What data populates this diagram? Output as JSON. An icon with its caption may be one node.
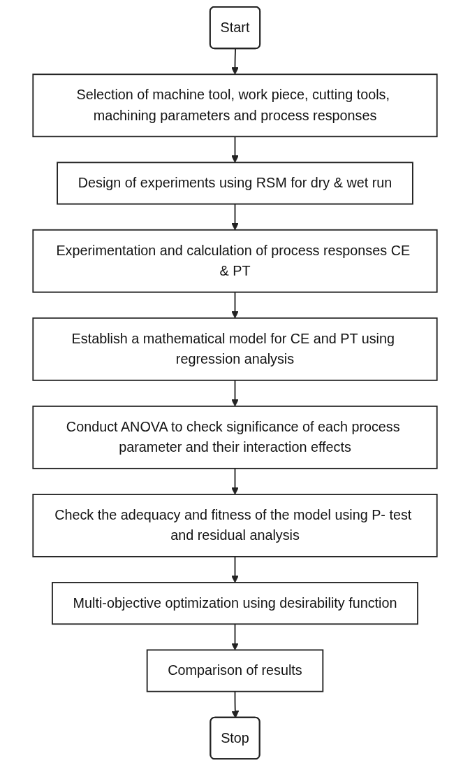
{
  "diagram": {
    "nodes": [
      {
        "text": [
          "Start"
        ]
      },
      {
        "text": [
          "Selection of machine tool, work piece, cutting tools, machining parameters and process responses"
        ]
      },
      {
        "text": [
          "Design of experiments using RSM for dry & wet run"
        ]
      },
      {
        "text": [
          "Experimentation and calculation of process responses CE & PT"
        ]
      },
      {
        "text": [
          "Establish a mathematical model for CE and PT using regression analysis"
        ]
      },
      {
        "text": [
          "Conduct ANOVA to check significance of each process parameter and their interaction effects"
        ]
      },
      {
        "text": [
          "Check the adequacy and fitness of the model using P- test and residual analysis"
        ]
      },
      {
        "text": [
          "Multi-objective optimization using desirability function"
        ]
      },
      {
        "text": [
          "Comparison of results"
        ]
      },
      {
        "text": [
          "Stop"
        ]
      }
    ],
    "edges": [
      {
        "from": 0,
        "to": 1,
        "arrow": "to"
      },
      {
        "from": 1,
        "to": 2,
        "arrow": "to"
      },
      {
        "from": 2,
        "to": 3,
        "arrow": "to"
      },
      {
        "from": 3,
        "to": 4,
        "arrow": "to"
      },
      {
        "from": 4,
        "to": 5,
        "arrow": "to"
      },
      {
        "from": 5,
        "to": 6,
        "arrow": "to"
      },
      {
        "from": 6,
        "to": 7,
        "arrow": "to"
      },
      {
        "from": 7,
        "to": 8,
        "arrow": "to"
      },
      {
        "from": 8,
        "to": 9,
        "arrow": "to"
      }
    ]
  }
}
